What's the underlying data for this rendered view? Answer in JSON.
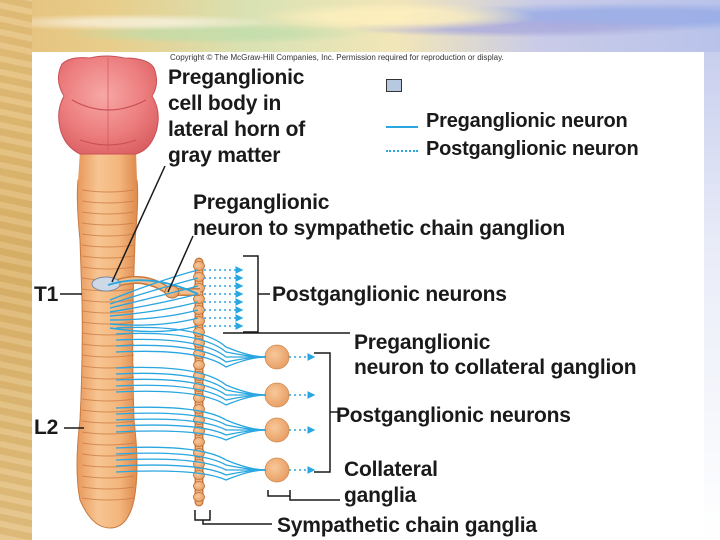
{
  "copyright": "Copyright © The McGraw-Hill Companies, Inc. Permission required for reproduction or display.",
  "labels": {
    "preganglionic_cell_body": [
      "Preganglionic",
      "cell body in",
      "lateral horn of",
      "gray matter"
    ],
    "preganglionic_to_chain": [
      "Preganglionic",
      "neuron to sympathetic chain ganglion"
    ],
    "postganglionic_upper": "Postganglionic neurons",
    "preganglionic_to_collateral": [
      "Preganglionic",
      "neuron to collateral ganglion"
    ],
    "postganglionic_lower": "Postganglionic neurons",
    "collateral_ganglia": [
      "Collateral",
      "ganglia"
    ],
    "sympathetic_chain_ganglia": "Sympathetic chain ganglia",
    "t1": "T1",
    "l2": "L2"
  },
  "legend": {
    "solid_label": "Preganglionic neuron",
    "dotted_label": "Postganglionic neuron",
    "line_color": "#2aa6e0"
  },
  "colors": {
    "spinal_cord": "#f2b179",
    "brain_stem": "#ef7b7c",
    "ganglion": "#f0ae78",
    "neuron": "#2aa6e0"
  }
}
